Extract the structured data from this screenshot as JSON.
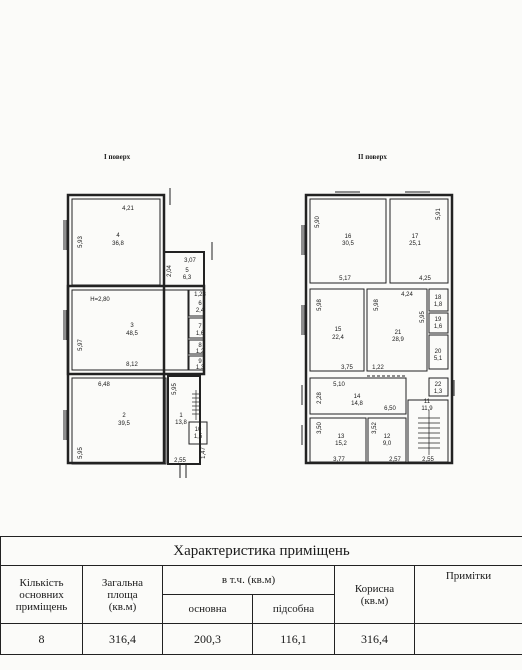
{
  "floor1_title": "І поверх",
  "floor2_title": "ІІ поверх",
  "floor1": {
    "r4": {
      "num": "4",
      "area": "36,8",
      "w": "4,21",
      "h": "5,93"
    },
    "r5": {
      "num": "5",
      "area": "6,3",
      "w": "3,07",
      "h": "2,04"
    },
    "h_label": "H=2,80",
    "r3": {
      "num": "3",
      "area": "48,5",
      "w": "8,12",
      "h": "5,97"
    },
    "r6": {
      "num": "6",
      "area": "2,4",
      "w": "1,23"
    },
    "r7": {
      "num": "7",
      "area": "1,6"
    },
    "r8": {
      "num": "8",
      "area": "1,2"
    },
    "r9": {
      "num": "9",
      "area": "1,3"
    },
    "r2": {
      "num": "2",
      "area": "39,5",
      "w": "6,48",
      "h": "5,95"
    },
    "r1": {
      "num": "1",
      "area": "13,8",
      "h": "5,95"
    },
    "r10": {
      "num": "10",
      "area": "1,5",
      "h": "1,47"
    },
    "bottom_w": "2,55"
  },
  "floor2": {
    "r16": {
      "num": "16",
      "area": "30,5",
      "w": "5,17",
      "h": "5,90"
    },
    "r17": {
      "num": "17",
      "area": "25,1",
      "w": "4,25",
      "h": "5,91"
    },
    "top_w": "4,24",
    "r15": {
      "num": "15",
      "area": "22,4",
      "h": "5,98"
    },
    "r21": {
      "num": "21",
      "area": "28,9",
      "h": "5,98",
      "h2": "5,95"
    },
    "r18": {
      "num": "18",
      "area": "1,8"
    },
    "r19": {
      "num": "19",
      "area": "1,6"
    },
    "r20": {
      "num": "20",
      "area": "5,1"
    },
    "r22": {
      "num": "22",
      "area": "1,3"
    },
    "w_375": "3,75",
    "w_122": "1,22",
    "r14": {
      "num": "14",
      "area": "14,8",
      "w": "5,10",
      "h": "2,28",
      "w2": "6,50"
    },
    "r13": {
      "num": "13",
      "area": "15,2",
      "w": "3,77",
      "h": "3,50"
    },
    "r12": {
      "num": "12",
      "area": "9,0",
      "w": "2,57",
      "h": "3,52"
    },
    "r11": {
      "num": "11",
      "area": "11,9",
      "w": "2,55"
    }
  },
  "table": {
    "title": "Характеристика приміщень",
    "col_count_line1": "Кількість",
    "col_count_line2": "основних",
    "col_count_line3": "приміщень",
    "col_total_line1": "Загальна",
    "col_total_line2": "площа",
    "col_total_line3": "(кв.м)",
    "col_incl": "в т.ч. (кв.м)",
    "col_main": "основна",
    "col_aux": "підсобна",
    "col_useful_line1": "Корисна",
    "col_useful_line2": "(кв.м)",
    "col_notes": "Примітки",
    "row": {
      "count": "8",
      "total": "316,4",
      "main": "200,3",
      "aux": "116,1",
      "useful": "316,4",
      "notes": ""
    }
  }
}
